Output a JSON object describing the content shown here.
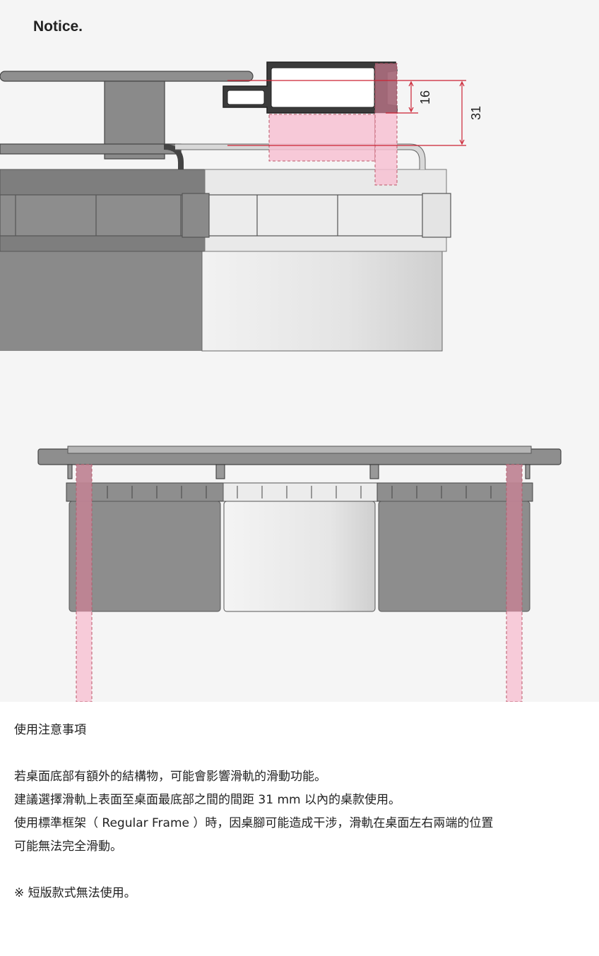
{
  "figure": {
    "title": "Notice.",
    "dimensions": {
      "inner": "16",
      "outer": "31"
    }
  },
  "notes": {
    "heading": "使用注意事項",
    "lines": [
      "若桌面底部有額外的結構物，可能會影響滑軌的滑動功能。",
      "建議選擇滑軌上表面至桌面最底部之間的間距 31 mm 以內的桌款使用。",
      "使用標準框架（ Regular Frame ）時，因桌腳可能造成干涉，滑軌在桌面左右兩端的位置",
      "可能無法完全滑動。"
    ],
    "footnote": "※ 短版款式無法使用。"
  },
  "colors": {
    "background": "#f5f5f5",
    "gray_dark": "#8c8c8c",
    "gray_light": "#e8e8e8",
    "highlight_pink": "#f7c1d2",
    "highlight_dark": "#a86a7a",
    "dimension_red": "#cc2233"
  }
}
